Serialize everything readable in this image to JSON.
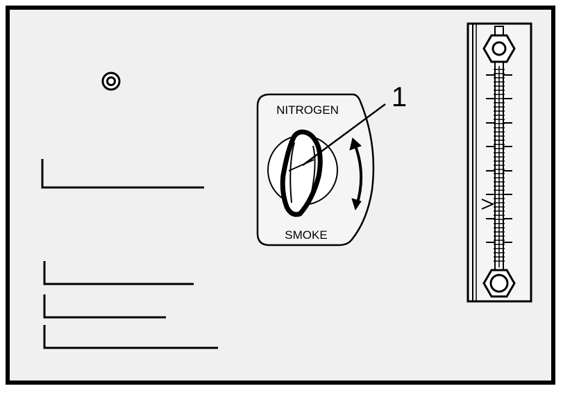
{
  "selector": {
    "top_label": "NITROGEN",
    "bottom_label": "SMOKE"
  },
  "callout": {
    "number": "1"
  },
  "colors": {
    "panel_fill": "#f0f0f0",
    "line": "#000000"
  },
  "icons": [
    "screw-icon",
    "rotation-arrow-icon",
    "hex-nut-icon"
  ]
}
